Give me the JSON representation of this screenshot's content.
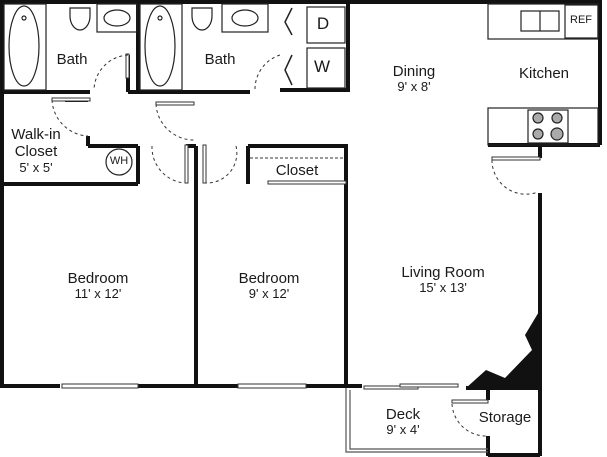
{
  "floorplan": {
    "rooms": [
      {
        "id": "bath1",
        "name": "Bath",
        "dims": ""
      },
      {
        "id": "bath2",
        "name": "Bath",
        "dims": ""
      },
      {
        "id": "walkin",
        "name": "Walk-in Closet",
        "line1": "Walk-in",
        "line2": "Closet",
        "dims": "5' x 5'"
      },
      {
        "id": "dining",
        "name": "Dining",
        "dims": "9' x 8'"
      },
      {
        "id": "kitchen",
        "name": "Kitchen",
        "dims": ""
      },
      {
        "id": "bedroom1",
        "name": "Bedroom",
        "dims": "11' x 12'"
      },
      {
        "id": "bedroom2",
        "name": "Bedroom",
        "dims": "9' x 12'"
      },
      {
        "id": "closet",
        "name": "Closet",
        "dims": ""
      },
      {
        "id": "living",
        "name": "Living Room",
        "dims": "15' x 13'"
      },
      {
        "id": "deck",
        "name": "Deck",
        "dims": "9' x 4'"
      },
      {
        "id": "storage",
        "name": "Storage",
        "dims": ""
      }
    ],
    "fixtures": {
      "water_heater": "WH",
      "dryer": "D",
      "washer": "W",
      "refrigerator": "REF"
    },
    "colors": {
      "wall": "#111111",
      "background": "#ffffff",
      "text": "#1a1a1a"
    }
  }
}
